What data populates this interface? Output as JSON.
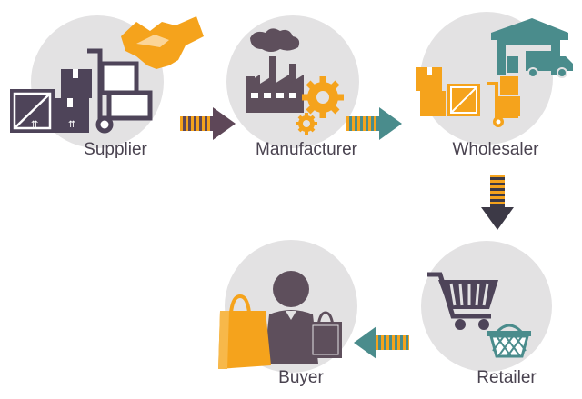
{
  "stages": [
    {
      "id": "supplier",
      "label": "Supplier"
    },
    {
      "id": "manufacturer",
      "label": "Manufacturer"
    },
    {
      "id": "wholesaler",
      "label": "Wholesaler"
    },
    {
      "id": "retailer",
      "label": "Retailer"
    },
    {
      "id": "buyer",
      "label": "Buyer"
    }
  ],
  "colors": {
    "circle": "#e3e2e3",
    "dark": "#4e4459",
    "orange": "#f5a31c",
    "teal": "#4a8c8c",
    "arrow_maroon": "#5e4758",
    "arrow_teal": "#4a8c8c",
    "arrow_dark": "#3c3946"
  },
  "flow": [
    {
      "from": "supplier",
      "to": "manufacturer",
      "icon": "arrow-right-icon"
    },
    {
      "from": "manufacturer",
      "to": "wholesaler",
      "icon": "arrow-right-icon"
    },
    {
      "from": "wholesaler",
      "to": "retailer",
      "icon": "arrow-down-icon"
    },
    {
      "from": "retailer",
      "to": "buyer",
      "icon": "arrow-left-icon"
    }
  ]
}
